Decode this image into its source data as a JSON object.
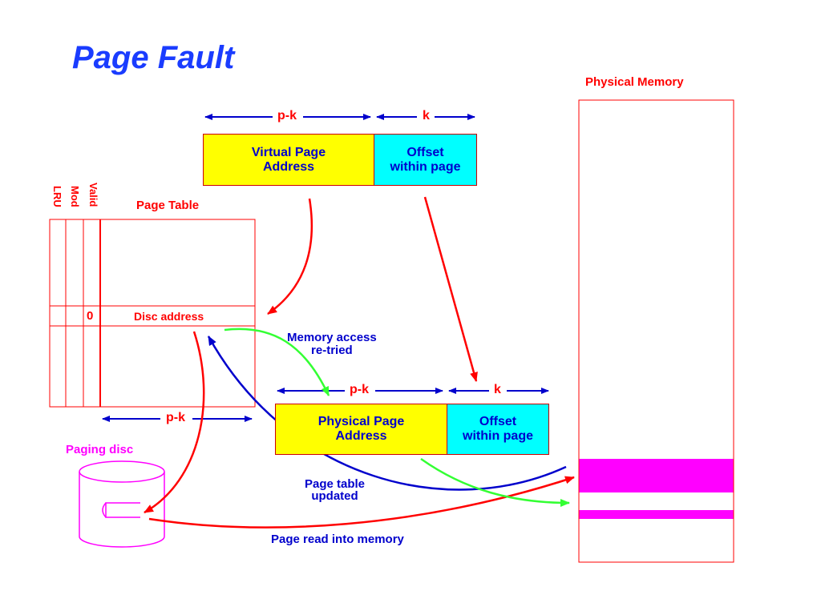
{
  "title": "Page Fault",
  "physical_memory": {
    "label": "Physical Memory"
  },
  "virtual_address": {
    "pk_label": "p-k",
    "k_label": "k",
    "page_label": "Virtual Page\nAddress",
    "offset_label": "Offset\nwithin page"
  },
  "page_table": {
    "label": "Page Table",
    "col_valid": "Valid",
    "col_mod": "Mod",
    "col_lru": "LRU",
    "valid_value": "0",
    "entry_label": "Disc address",
    "width_label": "p-k"
  },
  "physical_address": {
    "pk_label": "p-k",
    "k_label": "k",
    "page_label": "Physical Page\nAddress",
    "offset_label": "Offset\nwithin page"
  },
  "annotations": {
    "memory_access": "Memory access\nre-tried",
    "table_updated": "Page table\nupdated",
    "read_into_memory": "Page read into memory"
  },
  "paging_disc": {
    "label": "Paging disc"
  },
  "colors": {
    "title": "#1a3cff",
    "label_red": "#ff0000",
    "label_blue": "#0000cc",
    "yellow": "#ffff00",
    "cyan": "#00ffff",
    "magenta": "#ff00ff",
    "green": "#33ff33"
  }
}
